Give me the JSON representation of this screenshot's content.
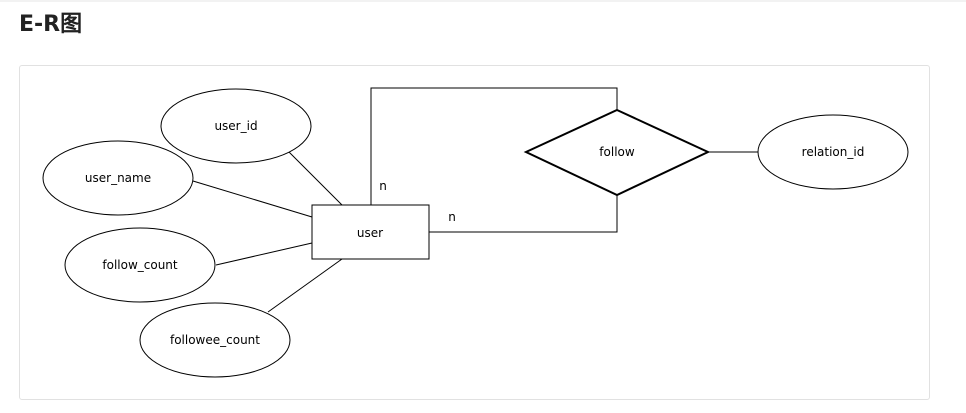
{
  "page": {
    "title": "E-R图"
  },
  "diagram": {
    "entity": {
      "label": "user"
    },
    "relationship": {
      "label": "follow"
    },
    "attributes": {
      "user_id": "user_id",
      "user_name": "user_name",
      "follow_count": "follow_count",
      "followee_count": "followee_count",
      "relation_id": "relation_id"
    },
    "cardinality": {
      "top": "n",
      "right": "n"
    }
  }
}
